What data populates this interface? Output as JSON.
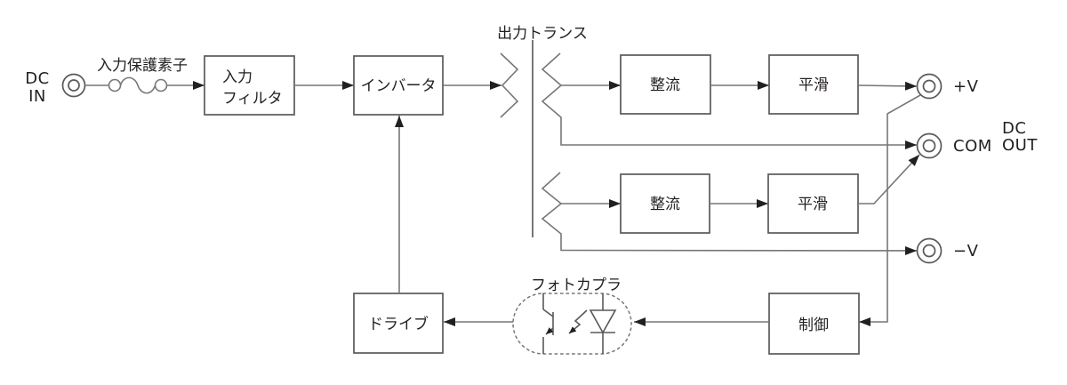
{
  "diagram_type": "dc-dc-converter-block-diagram",
  "blocks": [
    {
      "id": "input-filter",
      "lines": [
        "入力",
        "フィルタ"
      ]
    },
    {
      "id": "inverter",
      "label": "インバータ"
    },
    {
      "id": "rectifier-top",
      "label": "整流"
    },
    {
      "id": "smoothing-top",
      "label": "平滑"
    },
    {
      "id": "rectifier-bottom",
      "label": "整流"
    },
    {
      "id": "smoothing-bottom",
      "label": "平滑"
    },
    {
      "id": "drive",
      "label": "ドライブ"
    },
    {
      "id": "control",
      "label": "制御"
    }
  ],
  "labels": {
    "dc_in_line1": "DC",
    "dc_in_line2": "IN",
    "input_protection": "入力保護素子",
    "output_transformer": "出力トランス",
    "photocoupler": "フォトカプラ",
    "terminal_plus": "+V",
    "terminal_com": "COM",
    "terminal_minus": "−V",
    "dc_out_line1": "DC",
    "dc_out_line2": "OUT"
  },
  "colors": {
    "background": "#ffffff",
    "wire": "#76777a",
    "box_border": "#59595b",
    "text_and_arrowheads": "#231f20"
  }
}
